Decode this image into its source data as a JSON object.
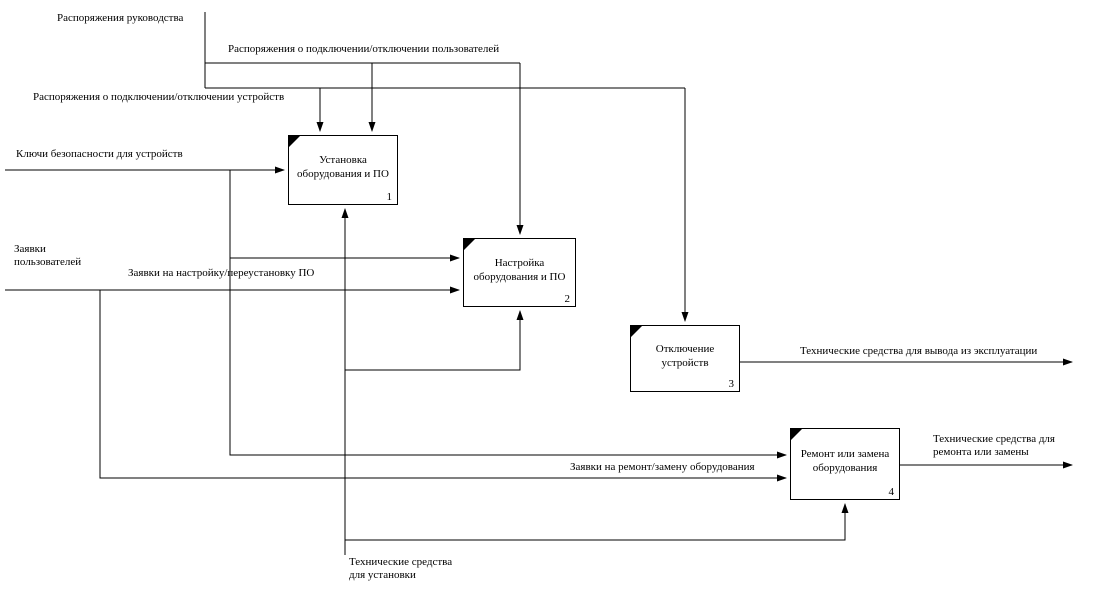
{
  "diagram": {
    "boxes": [
      {
        "name": "Установка\nоборудования и ПО",
        "number": "1"
      },
      {
        "name": "Настройка\nоборудования и ПО",
        "number": "2"
      },
      {
        "name": "Отключение\nустройств",
        "number": "3"
      },
      {
        "name": "Ремонт или замена\nоборудования",
        "number": "4"
      }
    ],
    "flow_labels": {
      "management_orders": "Распоряжения руководства",
      "user_connect_orders": "Распоряжения о подключении/отключении пользователей",
      "device_connect_orders": "Распоряжения о подключении/отключении устройств",
      "device_security_keys": "Ключи безопасности для устройств",
      "user_requests": "Заявки\nпользователей",
      "setup_requests": "Заявки на настройку/переустановку ПО",
      "repair_requests": "Заявки на ремонт/замену оборудования",
      "decommission_output": "Технические средства для вывода из эксплуатации",
      "repair_output": "Технические средства для\nремонта или замены",
      "install_input": "Технические средства\nдля установки"
    },
    "colors": {
      "line": "#000000",
      "box_fill": "#ffffff",
      "background": "#ffffff"
    }
  }
}
